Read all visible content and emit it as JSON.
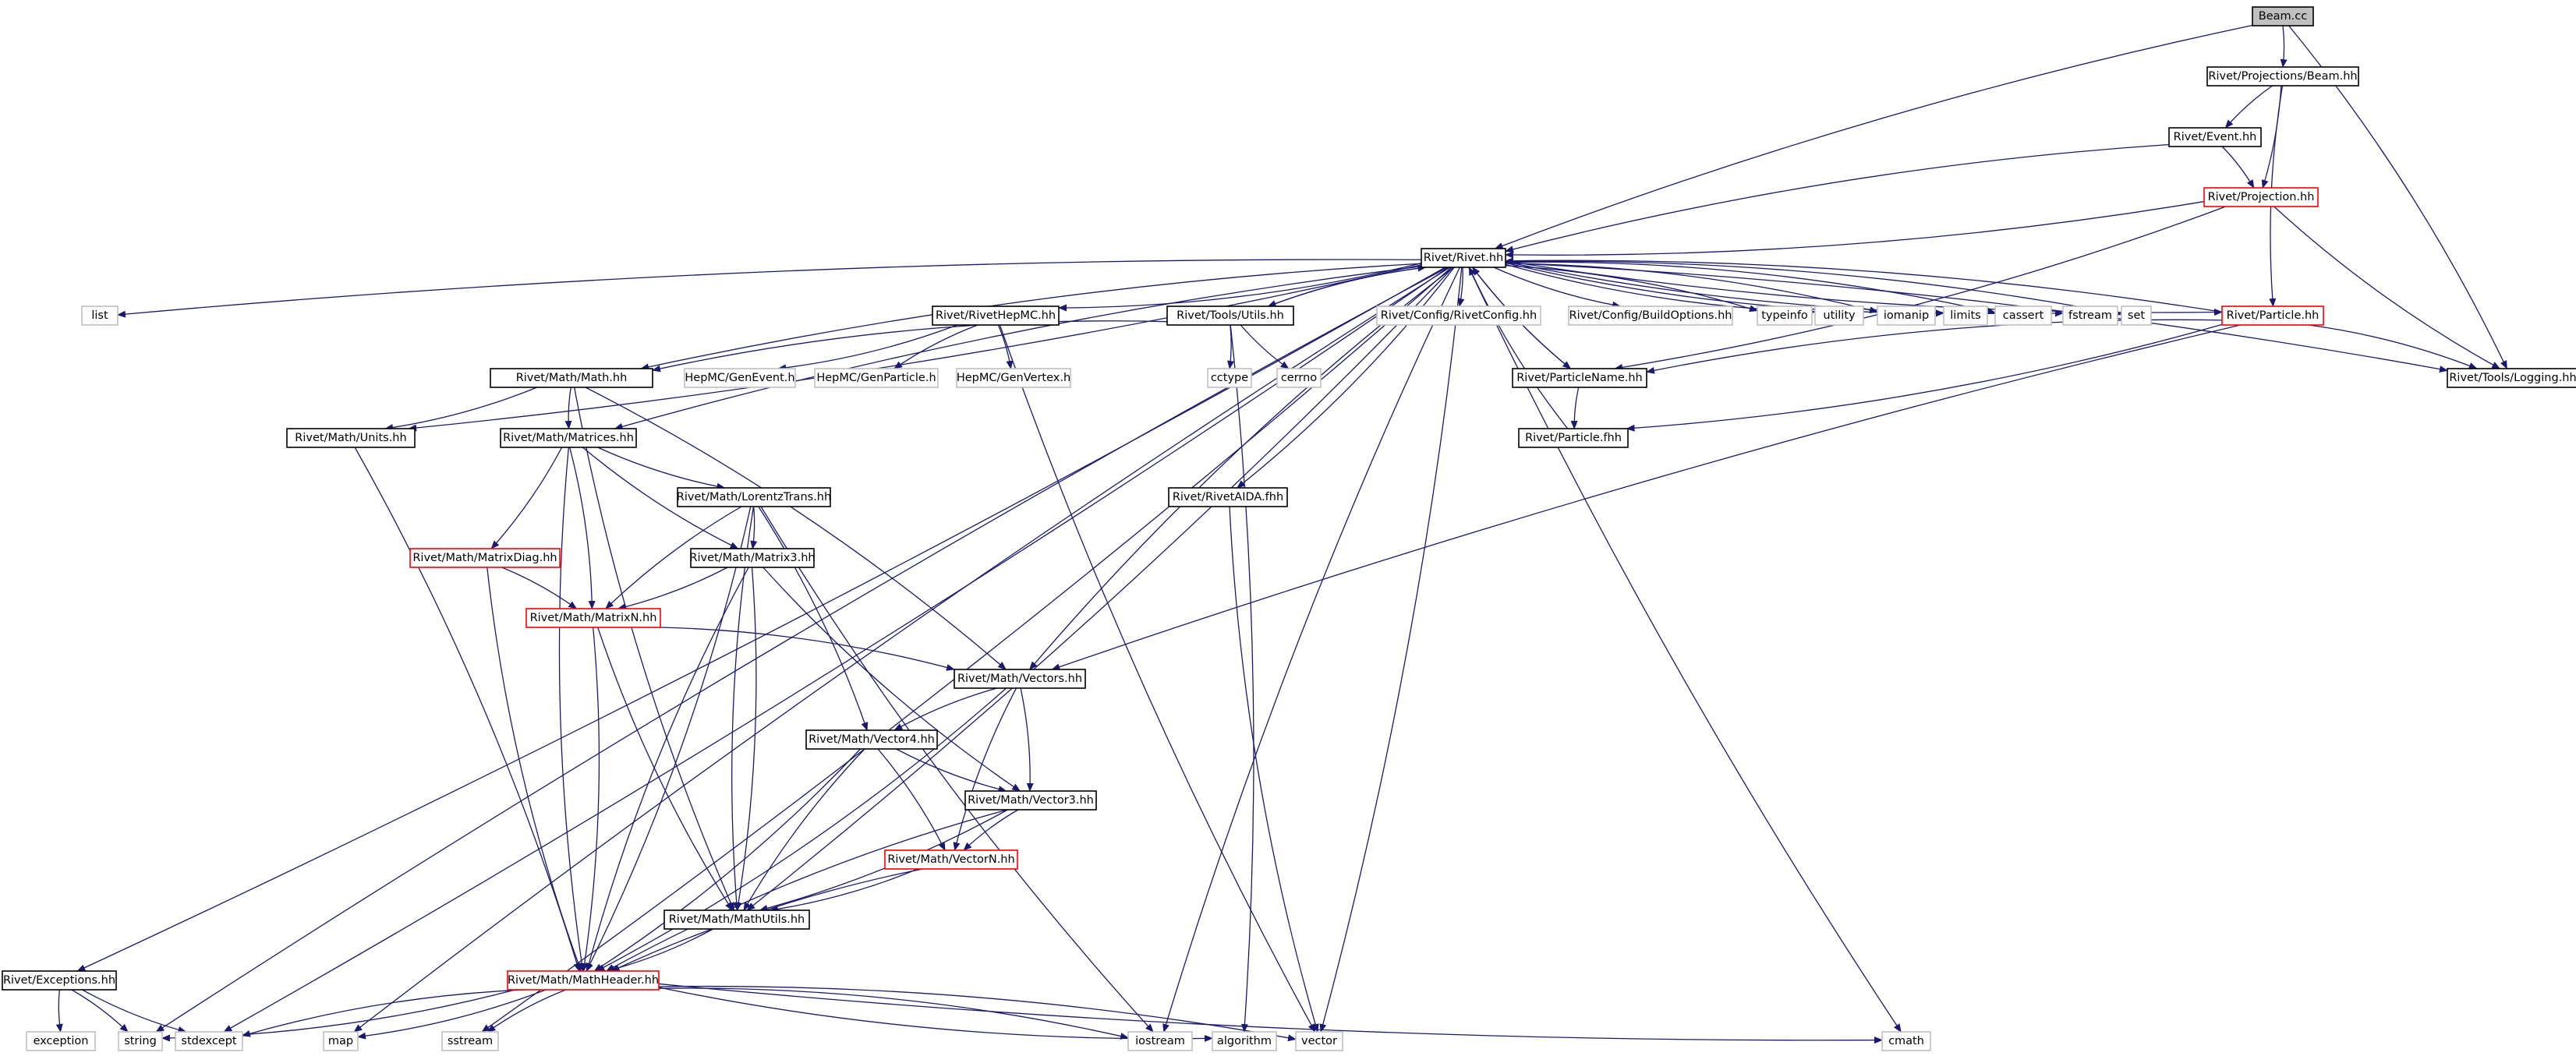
{
  "colors": {
    "edge": "#191970",
    "box_documented": "#000000",
    "box_incomplete": "#ff0000",
    "box_system": "#bfbfbf",
    "box_root_fill": "#bfbfbf",
    "text": "#000000"
  },
  "nodes": [
    {
      "id": "beam_cc",
      "label": "Beam.cc",
      "kind": "root"
    },
    {
      "id": "proj_beam",
      "label": "Rivet/Projections/Beam.hh",
      "kind": "doc"
    },
    {
      "id": "event",
      "label": "Rivet/Event.hh",
      "kind": "doc"
    },
    {
      "id": "projection",
      "label": "Rivet/Projection.hh",
      "kind": "incomplete"
    },
    {
      "id": "rivet",
      "label": "Rivet/Rivet.hh",
      "kind": "doc"
    },
    {
      "id": "list",
      "label": "list",
      "kind": "system"
    },
    {
      "id": "rivethepmc",
      "label": "Rivet/RivetHepMC.hh",
      "kind": "doc"
    },
    {
      "id": "utils",
      "label": "Rivet/Tools/Utils.hh",
      "kind": "doc"
    },
    {
      "id": "rivetconfig",
      "label": "Rivet/Config/RivetConfig.hh",
      "kind": "system"
    },
    {
      "id": "buildoptions",
      "label": "Rivet/Config/BuildOptions.hh",
      "kind": "system"
    },
    {
      "id": "typeinfo",
      "label": "typeinfo",
      "kind": "system"
    },
    {
      "id": "utility",
      "label": "utility",
      "kind": "system"
    },
    {
      "id": "iomanip",
      "label": "iomanip",
      "kind": "system"
    },
    {
      "id": "limits",
      "label": "limits",
      "kind": "system"
    },
    {
      "id": "cassert",
      "label": "cassert",
      "kind": "system"
    },
    {
      "id": "fstream",
      "label": "fstream",
      "kind": "system"
    },
    {
      "id": "set",
      "label": "set",
      "kind": "system"
    },
    {
      "id": "particle",
      "label": "Rivet/Particle.hh",
      "kind": "incomplete"
    },
    {
      "id": "logging",
      "label": "Rivet/Tools/Logging.hh",
      "kind": "doc"
    },
    {
      "id": "genevent",
      "label": "HepMC/GenEvent.h",
      "kind": "system"
    },
    {
      "id": "genparticle",
      "label": "HepMC/GenParticle.h",
      "kind": "system"
    },
    {
      "id": "genvertex",
      "label": "HepMC/GenVertex.h",
      "kind": "system"
    },
    {
      "id": "cctype",
      "label": "cctype",
      "kind": "system"
    },
    {
      "id": "cerrno",
      "label": "cerrno",
      "kind": "system"
    },
    {
      "id": "particlename",
      "label": "Rivet/ParticleName.hh",
      "kind": "doc"
    },
    {
      "id": "particlefhh",
      "label": "Rivet/Particle.fhh",
      "kind": "doc"
    },
    {
      "id": "math",
      "label": "Rivet/Math/Math.hh",
      "kind": "doc"
    },
    {
      "id": "units",
      "label": "Rivet/Math/Units.hh",
      "kind": "doc"
    },
    {
      "id": "matrices",
      "label": "Rivet/Math/Matrices.hh",
      "kind": "doc"
    },
    {
      "id": "lorentz",
      "label": "Rivet/Math/LorentzTrans.hh",
      "kind": "doc"
    },
    {
      "id": "aidafhh",
      "label": "Rivet/RivetAIDA.fhh",
      "kind": "doc"
    },
    {
      "id": "matrixdiag",
      "label": "Rivet/Math/MatrixDiag.hh",
      "kind": "incomplete"
    },
    {
      "id": "matrix3",
      "label": "Rivet/Math/Matrix3.hh",
      "kind": "doc"
    },
    {
      "id": "matrixn",
      "label": "Rivet/Math/MatrixN.hh",
      "kind": "incomplete"
    },
    {
      "id": "vectors",
      "label": "Rivet/Math/Vectors.hh",
      "kind": "doc"
    },
    {
      "id": "vector4",
      "label": "Rivet/Math/Vector4.hh",
      "kind": "doc"
    },
    {
      "id": "vector3",
      "label": "Rivet/Math/Vector3.hh",
      "kind": "doc"
    },
    {
      "id": "vectorn",
      "label": "Rivet/Math/VectorN.hh",
      "kind": "incomplete"
    },
    {
      "id": "mathutils",
      "label": "Rivet/Math/MathUtils.hh",
      "kind": "doc"
    },
    {
      "id": "exceptions",
      "label": "Rivet/Exceptions.hh",
      "kind": "doc"
    },
    {
      "id": "mathheader",
      "label": "Rivet/Math/MathHeader.hh",
      "kind": "incomplete"
    },
    {
      "id": "exception",
      "label": "exception",
      "kind": "system"
    },
    {
      "id": "string",
      "label": "string",
      "kind": "system"
    },
    {
      "id": "stdexcept",
      "label": "stdexcept",
      "kind": "system"
    },
    {
      "id": "map",
      "label": "map",
      "kind": "system"
    },
    {
      "id": "sstream",
      "label": "sstream",
      "kind": "system"
    },
    {
      "id": "iostream",
      "label": "iostream",
      "kind": "system"
    },
    {
      "id": "algorithm",
      "label": "algorithm",
      "kind": "system"
    },
    {
      "id": "vector",
      "label": "vector",
      "kind": "system"
    },
    {
      "id": "cmath",
      "label": "cmath",
      "kind": "system"
    }
  ],
  "edges": [
    [
      "beam_cc",
      "proj_beam"
    ],
    [
      "beam_cc",
      "rivet"
    ],
    [
      "beam_cc",
      "logging"
    ],
    [
      "proj_beam",
      "event"
    ],
    [
      "proj_beam",
      "projection"
    ],
    [
      "proj_beam",
      "particle"
    ],
    [
      "event",
      "projection"
    ],
    [
      "event",
      "rivet"
    ],
    [
      "projection",
      "rivet"
    ],
    [
      "projection",
      "logging"
    ],
    [
      "projection",
      "particlename"
    ],
    [
      "rivet",
      "list"
    ],
    [
      "rivet",
      "rivethepmc"
    ],
    [
      "rivet",
      "utils"
    ],
    [
      "rivet",
      "rivetconfig"
    ],
    [
      "rivet",
      "buildoptions"
    ],
    [
      "rivet",
      "typeinfo"
    ],
    [
      "rivet",
      "utility"
    ],
    [
      "rivet",
      "iomanip"
    ],
    [
      "rivet",
      "limits"
    ],
    [
      "rivet",
      "cassert"
    ],
    [
      "rivet",
      "fstream"
    ],
    [
      "rivet",
      "set"
    ],
    [
      "rivet",
      "particle"
    ],
    [
      "rivet",
      "logging"
    ],
    [
      "rivet",
      "particlename"
    ],
    [
      "rivet",
      "aidafhh"
    ],
    [
      "rivet",
      "math"
    ],
    [
      "rivet",
      "units"
    ],
    [
      "rivet",
      "matrices"
    ],
    [
      "rivet",
      "exceptions"
    ],
    [
      "rivet",
      "string"
    ],
    [
      "rivet",
      "stdexcept"
    ],
    [
      "rivet",
      "map"
    ],
    [
      "rivet",
      "sstream"
    ],
    [
      "rivet",
      "iostream"
    ],
    [
      "rivet",
      "vector"
    ],
    [
      "rivet",
      "cmath"
    ],
    [
      "rivet",
      "mathutils"
    ],
    [
      "rivet",
      "vectors"
    ],
    [
      "rivethepmc",
      "genevent"
    ],
    [
      "rivethepmc",
      "genparticle"
    ],
    [
      "rivethepmc",
      "genvertex"
    ],
    [
      "rivethepmc",
      "vector"
    ],
    [
      "utils",
      "rivet"
    ],
    [
      "utils",
      "math"
    ],
    [
      "utils",
      "cctype"
    ],
    [
      "utils",
      "cerrno"
    ],
    [
      "utils",
      "algorithm"
    ],
    [
      "particle",
      "rivet"
    ],
    [
      "particle",
      "logging"
    ],
    [
      "particle",
      "particlename"
    ],
    [
      "particle",
      "particlefhh"
    ],
    [
      "particle",
      "vectors"
    ],
    [
      "particlename",
      "rivet"
    ],
    [
      "particlename",
      "particlefhh"
    ],
    [
      "particlefhh",
      "rivet"
    ],
    [
      "aidafhh",
      "vector"
    ],
    [
      "math",
      "units"
    ],
    [
      "math",
      "matrices"
    ],
    [
      "math",
      "vectors"
    ],
    [
      "math",
      "mathutils"
    ],
    [
      "units",
      "mathheader"
    ],
    [
      "matrices",
      "lorentz"
    ],
    [
      "matrices",
      "matrixdiag"
    ],
    [
      "matrices",
      "matrix3"
    ],
    [
      "matrices",
      "matrixn"
    ],
    [
      "matrices",
      "mathheader"
    ],
    [
      "lorentz",
      "matrix3"
    ],
    [
      "lorentz",
      "matrixn"
    ],
    [
      "lorentz",
      "vector4"
    ],
    [
      "lorentz",
      "mathutils"
    ],
    [
      "lorentz",
      "mathheader"
    ],
    [
      "lorentz",
      "iostream"
    ],
    [
      "matrixdiag",
      "matrixn"
    ],
    [
      "matrixdiag",
      "mathheader"
    ],
    [
      "matrix3",
      "matrixn"
    ],
    [
      "matrix3",
      "vector3"
    ],
    [
      "matrix3",
      "mathutils"
    ],
    [
      "matrix3",
      "mathheader"
    ],
    [
      "matrixn",
      "vectors"
    ],
    [
      "matrixn",
      "mathutils"
    ],
    [
      "matrixn",
      "mathheader"
    ],
    [
      "vectors",
      "vector4"
    ],
    [
      "vectors",
      "vector3"
    ],
    [
      "vectors",
      "vectorn"
    ],
    [
      "vectors",
      "mathheader"
    ],
    [
      "vector4",
      "vector3"
    ],
    [
      "vector4",
      "vectorn"
    ],
    [
      "vector4",
      "mathutils"
    ],
    [
      "vector4",
      "mathheader"
    ],
    [
      "vector3",
      "vectorn"
    ],
    [
      "vector3",
      "mathutils"
    ],
    [
      "vector3",
      "mathheader"
    ],
    [
      "vectorn",
      "mathutils"
    ],
    [
      "vectorn",
      "mathheader"
    ],
    [
      "mathutils",
      "mathheader"
    ],
    [
      "exceptions",
      "exception"
    ],
    [
      "exceptions",
      "string"
    ],
    [
      "exceptions",
      "stdexcept"
    ],
    [
      "mathheader",
      "string"
    ],
    [
      "mathheader",
      "stdexcept"
    ],
    [
      "mathheader",
      "map"
    ],
    [
      "mathheader",
      "sstream"
    ],
    [
      "mathheader",
      "iostream"
    ],
    [
      "mathheader",
      "algorithm"
    ],
    [
      "mathheader",
      "vector"
    ],
    [
      "mathheader",
      "cmath"
    ]
  ]
}
